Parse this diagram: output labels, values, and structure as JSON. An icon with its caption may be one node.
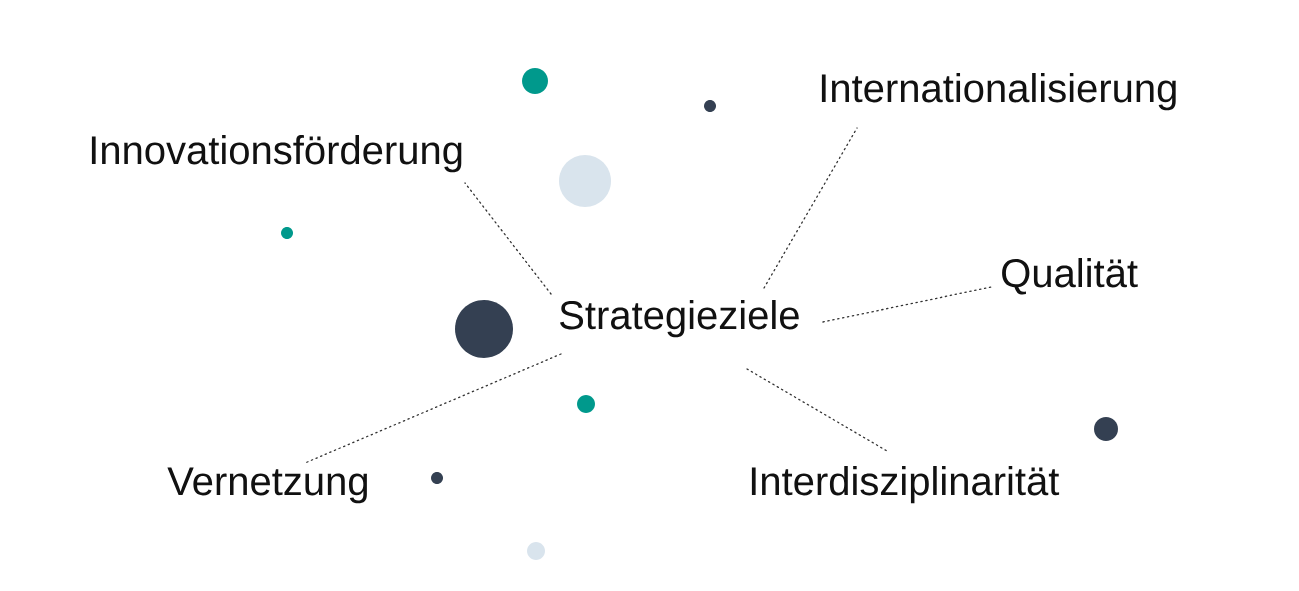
{
  "diagram": {
    "nodes": [
      {
        "text": [
          "Strategieziele"
        ]
      },
      {
        "text": [
          "Innovationsförderung"
        ]
      },
      {
        "text": [
          "Internationalisierung"
        ]
      },
      {
        "text": [
          "Qualität"
        ]
      },
      {
        "text": [
          "Vernetzung"
        ]
      },
      {
        "text": [
          "Interdisziplinarität"
        ]
      }
    ],
    "edges": [
      {
        "from": 0,
        "to": 1,
        "arrow": "none",
        "style": "dashed"
      },
      {
        "from": 0,
        "to": 2,
        "arrow": "none",
        "style": "dashed"
      },
      {
        "from": 0,
        "to": 3,
        "arrow": "none",
        "style": "dashed"
      },
      {
        "from": 0,
        "to": 4,
        "arrow": "none",
        "style": "dashed"
      },
      {
        "from": 0,
        "to": 5,
        "arrow": "none",
        "style": "dashed"
      }
    ]
  }
}
